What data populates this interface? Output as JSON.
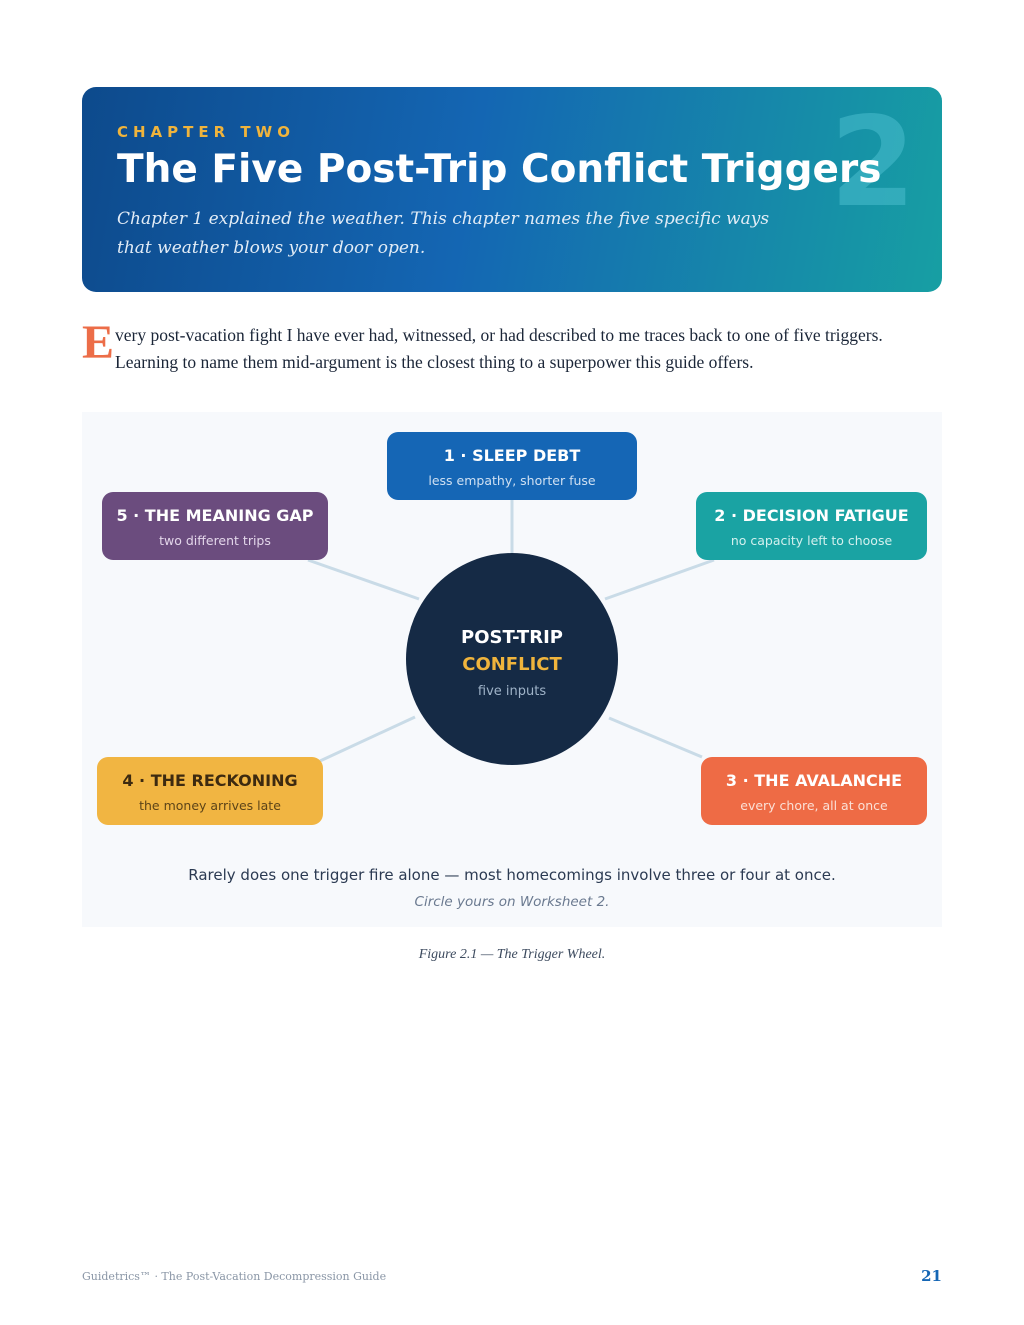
{
  "chapter": {
    "eyebrow": "CHAPTER TWO",
    "number": "2",
    "title": "The Five Post-Trip Conflict Triggers",
    "subtitle": "Chapter 1 explained the weather. This chapter names the five specific ways that weather blows your door open."
  },
  "intro": {
    "dropcap": "E",
    "text": "very post-vacation fight I have ever had, witnessed, or had described to me traces back to one of five triggers. Learning to name them mid-argument is the closest thing to a superpower this guide offers."
  },
  "figure": {
    "hub": {
      "line1": "POST-TRIP",
      "line2": "CONFLICT",
      "line3": "five inputs"
    },
    "triggers": [
      {
        "title": "1 · SLEEP DEBT",
        "subtitle": "less empathy, shorter fuse",
        "color": "#1566b5"
      },
      {
        "title": "2 · DECISION FATIGUE",
        "subtitle": "no capacity left to choose",
        "color": "#1aa3a3"
      },
      {
        "title": "3 · THE AVALANCHE",
        "subtitle": "every chore, all at once",
        "color": "#ee6b45"
      },
      {
        "title": "4 · THE RECKONING",
        "subtitle": "the money arrives late",
        "color": "#f1b542"
      },
      {
        "title": "5 · THE MEANING GAP",
        "subtitle": "two different trips",
        "color": "#6b4c7e"
      }
    ],
    "note": "Rarely does one trigger fire alone — most homecomings involve three or four at once.",
    "note_italic": "Circle yours on Worksheet 2.",
    "caption": "Figure 2.1 — The Trigger Wheel."
  },
  "footer": {
    "left": "Guidetrics™ · The Post-Vacation Decompression Guide",
    "page_number": "21"
  }
}
